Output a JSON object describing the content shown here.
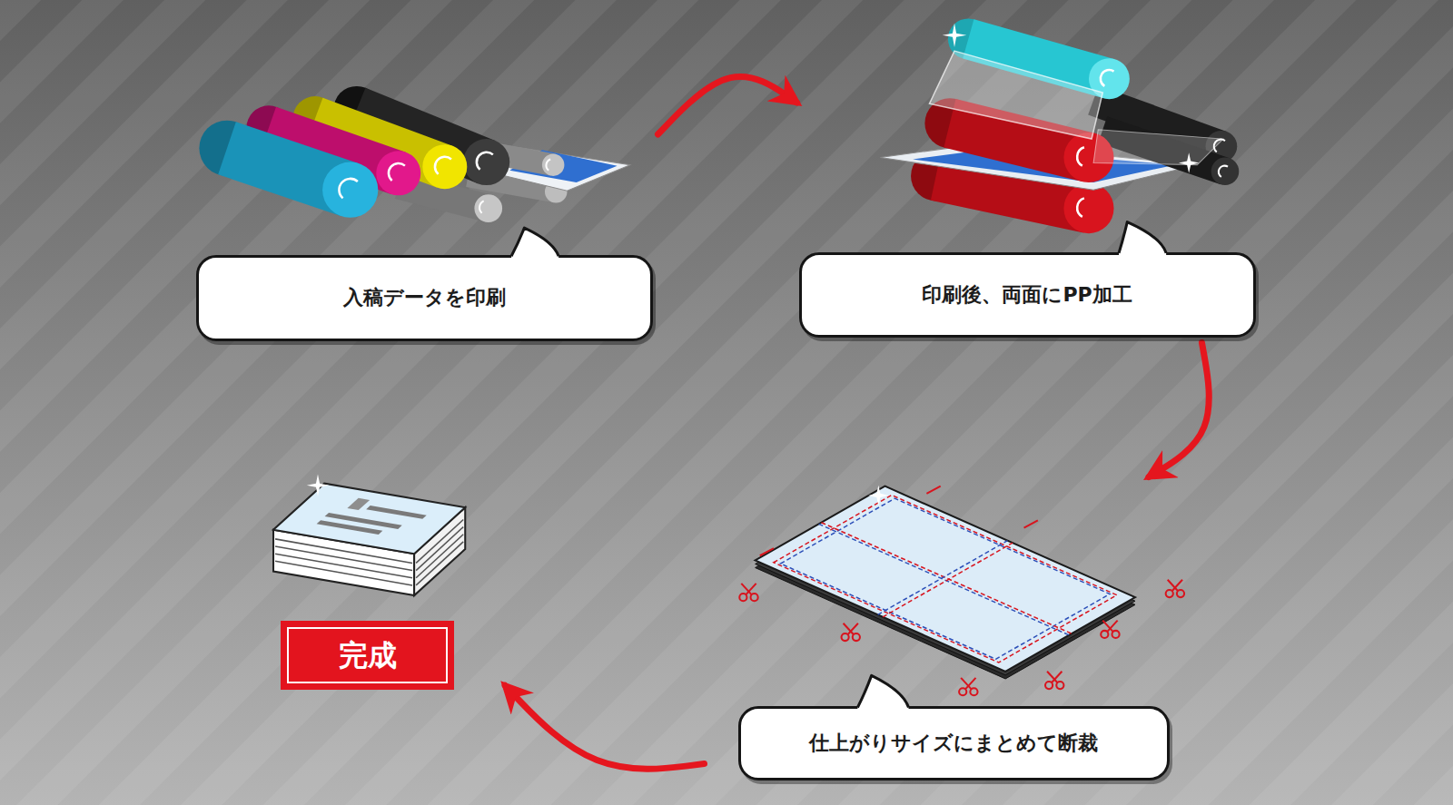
{
  "diagram": {
    "nodes": [
      {
        "text": [
          "入稿データを印刷"
        ]
      },
      {
        "text": [
          "印刷後、両面にPP加工"
        ]
      },
      {
        "text": [
          "仕上がりサイズにまとめて断裁"
        ]
      },
      {
        "text": [
          "完成"
        ]
      }
    ],
    "edges": [
      {
        "from": 0,
        "to": 1,
        "arrow": "to"
      },
      {
        "from": 1,
        "to": 2,
        "arrow": "to"
      },
      {
        "from": 2,
        "to": 3,
        "arrow": "to"
      }
    ]
  }
}
